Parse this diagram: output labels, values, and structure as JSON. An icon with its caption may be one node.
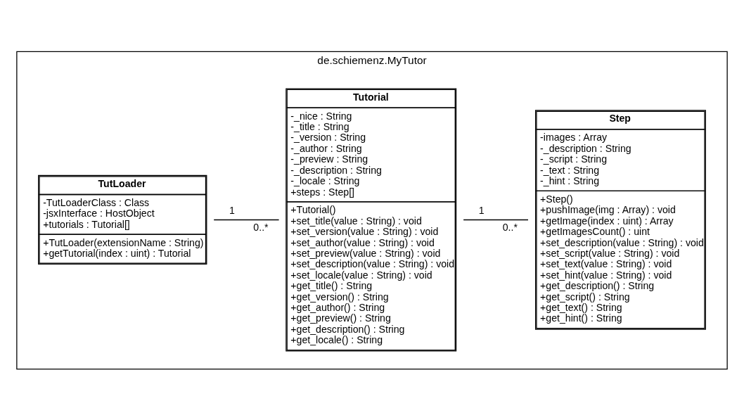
{
  "diagram": {
    "nodes": [
      {
        "text": [
          "de.schiemenz.MyTutor"
        ]
      },
      {
        "text": [
          "TutLoader",
          "-TutLoaderClass : Class",
          "-jsxInterface : HostObject",
          "+tutorials : Tutorial[]",
          "+TutLoader(extensionName : String)",
          "+getTutorial(index : uint) : Tutorial"
        ],
        "in": 0
      },
      {
        "text": [
          "Tutorial",
          "-_nice : String",
          "-_title : String",
          "-_version : String",
          "-_author : String",
          "-_preview : String",
          "-_description : String",
          "-_locale : String",
          "+steps : Step[]",
          "+Tutorial()",
          "+set_title(value : String) : void",
          "+set_version(value : String) : void",
          "+set_author(value : String) : void",
          "+set_preview(value : String) : void",
          "+set_description(value : String) : void",
          "+set_locale(value : String) : void",
          "+get_title() : String",
          "+get_version() : String",
          "+get_author() : String",
          "+get_preview() : String",
          "+get_description() : String",
          "+get_locale() : String"
        ],
        "in": 0
      },
      {
        "text": [
          "Step",
          "-images : Array",
          "-_description : String",
          "-_script : String",
          "-_text : String",
          "-_hint : String",
          "+Step()",
          "+pushImage(img : Array) : void",
          "+getImage(index : uint) : Array",
          "+getImagesCount() : uint",
          "+set_description(value : String) : void",
          "+set_script(value : String) : void",
          "+set_text(value : String) : void",
          "+set_hint(value : String) : void",
          "+get_description() : String",
          "+get_script() : String",
          "+get_text() : String",
          "+get_hint() : String"
        ],
        "in": 0
      }
    ],
    "edges": [
      {
        "from": 1,
        "to": 2,
        "arrow": "none"
      },
      {
        "from": 2,
        "to": 3,
        "arrow": "none"
      }
    ],
    "labels": [
      "1",
      "0..*",
      "1",
      "0..*"
    ]
  }
}
